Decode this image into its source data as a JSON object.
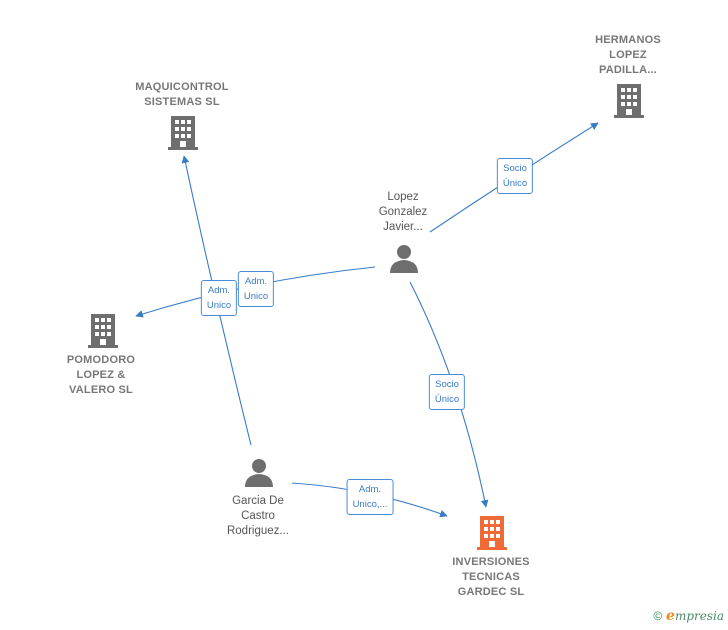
{
  "nodes": {
    "maquicontrol": {
      "label": "MAQUICONTROL\nSISTEMAS SL",
      "type": "company"
    },
    "hermanos": {
      "label": "HERMANOS\nLOPEZ\nPADILLA...",
      "type": "company"
    },
    "pomodoro": {
      "label": "POMODORO\nLOPEZ &\nVALERO SL",
      "type": "company"
    },
    "inversiones": {
      "label": "INVERSIONES\nTECNICAS\nGARDEC SL",
      "type": "company-main"
    },
    "lopez": {
      "label": "Lopez\nGonzalez\nJavier...",
      "type": "person"
    },
    "garcia": {
      "label": "Garcia De\nCastro\nRodriguez...",
      "type": "person"
    }
  },
  "edges": [
    {
      "from": "lopez",
      "to": "hermanos",
      "label": "Socio\nÚnico"
    },
    {
      "from": "lopez",
      "to": "pomodoro",
      "label": "Adm.\nUnico"
    },
    {
      "from": "lopez",
      "to": "inversiones",
      "label": "Socio\nÚnico"
    },
    {
      "from": "garcia",
      "to": "maquicontrol",
      "label": "Adm.\nUnico"
    },
    {
      "from": "garcia",
      "to": "inversiones",
      "label": "Adm.\nUnico,..."
    }
  ],
  "colors": {
    "edge": "#3a7bc8",
    "company_icon": "#6e6e6e",
    "main_company_icon": "#f06a35",
    "person_icon": "#6e6e6e"
  },
  "watermark": {
    "symbol": "©",
    "brand_initial": "e",
    "brand_rest": "mpresia"
  }
}
